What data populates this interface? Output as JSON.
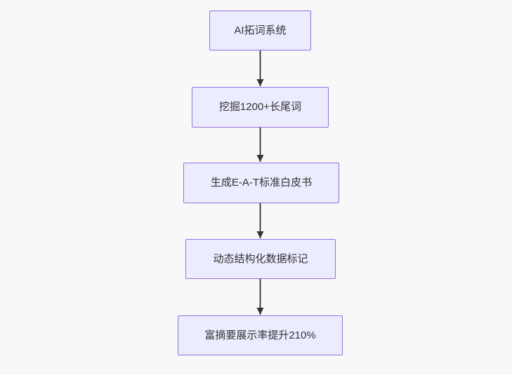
{
  "diagram": {
    "type": "flowchart",
    "direction": "top-down",
    "nodes": [
      {
        "id": "n1",
        "label": "AI拓词系统"
      },
      {
        "id": "n2",
        "label": "挖掘1200+长尾词"
      },
      {
        "id": "n3",
        "label": "生成E-A-T标准白皮书"
      },
      {
        "id": "n4",
        "label": "动态结构化数据标记"
      },
      {
        "id": "n5",
        "label": "富摘要展示率提升210%"
      }
    ],
    "edges": [
      {
        "from": "n1",
        "to": "n2"
      },
      {
        "from": "n2",
        "to": "n3"
      },
      {
        "from": "n3",
        "to": "n4"
      },
      {
        "from": "n4",
        "to": "n5"
      }
    ],
    "colors": {
      "node_fill": "#ECECFF",
      "node_border": "#9370DB",
      "arrow": "#333333",
      "text": "#333333",
      "background": "#f8f8f8"
    }
  }
}
